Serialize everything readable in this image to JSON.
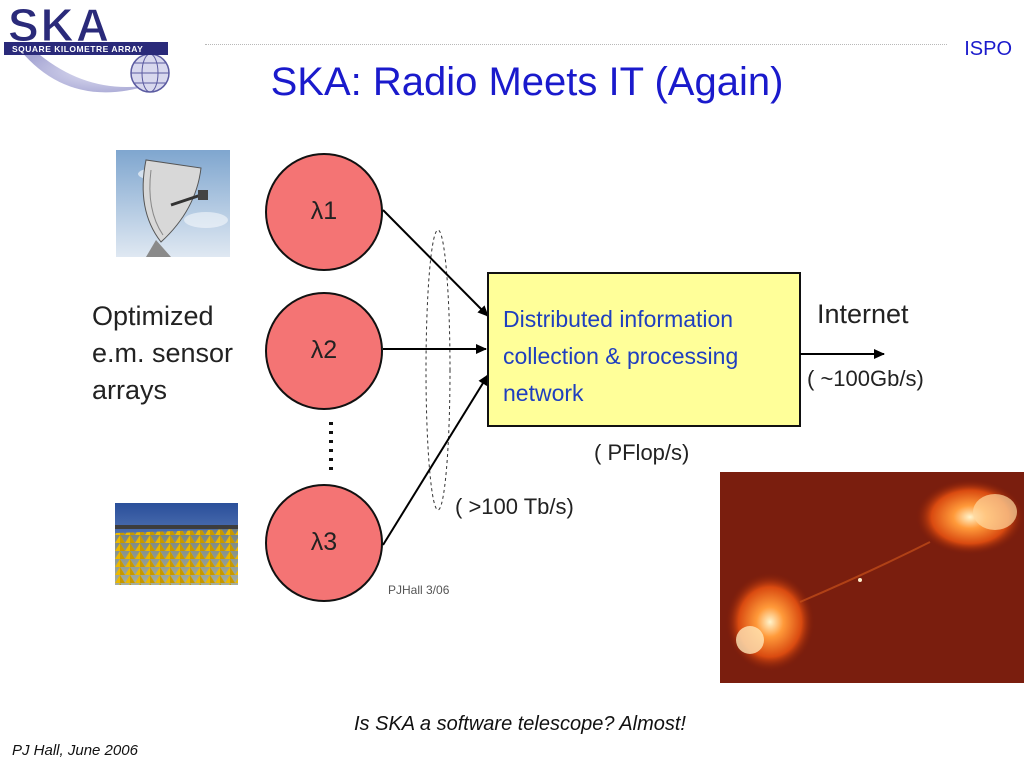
{
  "header": {
    "logo_text": "SKA",
    "logo_subtext": "SQUARE KILOMETRE ARRAY",
    "org_label": "ISPO",
    "title": "SKA: Radio Meets IT (Again)"
  },
  "diagram": {
    "sensor_label_lines": [
      "Optimized",
      "e.m. sensor",
      "arrays"
    ],
    "circles": [
      {
        "label": "λ1"
      },
      {
        "label": "λ2"
      },
      {
        "label": "λ3"
      }
    ],
    "box_lines": [
      "Distributed information",
      "collection & processing",
      "network"
    ],
    "output_label": "Internet",
    "output_bandwidth": "( ~100Gb/s)",
    "processing_rate": "( PFlop/s)",
    "input_bandwidth": "( >100 Tb/s)",
    "diagram_credit": "PJHall 3/06"
  },
  "colors": {
    "title_blue": "#1a1acc",
    "circle_fill": "#f47474",
    "box_fill": "#ffff99",
    "box_text": "#1f3fbf"
  },
  "images": {
    "dish": "radio-dish-photo",
    "array": "phased-array-photo",
    "radio_galaxy": "radio-galaxy-image"
  },
  "footer": {
    "caption": "Is SKA a software telescope? Almost!",
    "credit": "PJ Hall, June 2006"
  }
}
